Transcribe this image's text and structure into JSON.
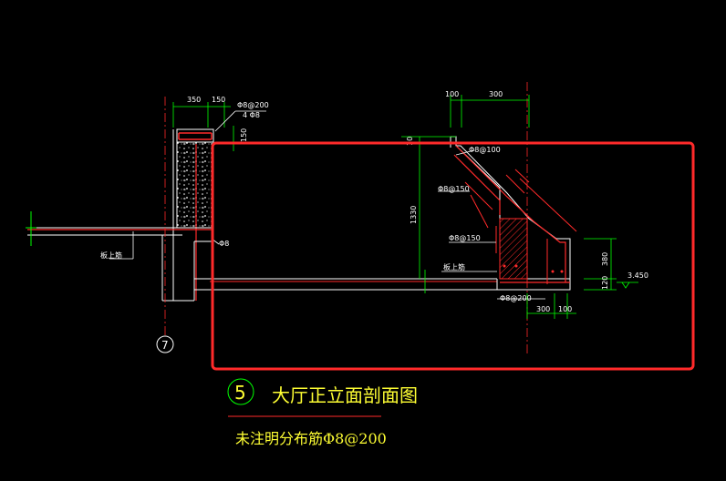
{
  "labels": {
    "dim_350": "350",
    "dim_150_top": "150",
    "rebar_top": "Φ8@200",
    "rebar_4phi8": "4 Φ8",
    "dim_150_side": "150",
    "rebar_phi8": "Φ8",
    "board_left": "板上筋",
    "axis_7": "7",
    "dim_100_a": "100",
    "dim_300_top": "300",
    "rebar_phi8_100": "Φ8@100",
    "rebar_phi8_150_a": "Φ8@150",
    "dim_1330": "1330",
    "rebar_phi8_150_b": "Φ8@150",
    "board_right": "板上筋",
    "dim_380": "380",
    "dim_120": "120",
    "elev_3450": "3.450",
    "rebar_phi8_200_b": "Φ8@200",
    "dim_300_bottom": "300",
    "dim_100_b": "100"
  },
  "title": {
    "number": "5",
    "text": "大厅正立面剖面图",
    "note": "未注明分布筋Φ8@200"
  },
  "colors": {
    "background": "#000000",
    "highlight_box": "#ff2a2a",
    "concrete": "#ffffff",
    "rebar": "#ff2a2a",
    "dimension": "#00ff00",
    "text": "#ffff33",
    "axis": "#ff2a2a"
  }
}
